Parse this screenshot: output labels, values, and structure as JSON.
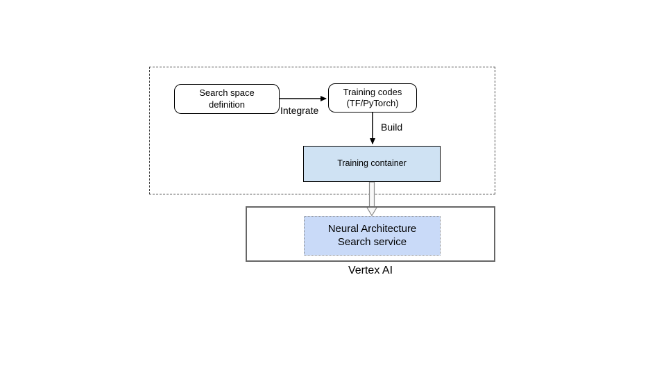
{
  "diagram": {
    "boxes": {
      "search_space": {
        "line1": "Search space",
        "line2": "definition"
      },
      "training_codes": {
        "line1": "Training codes",
        "line2": "(TF/PyTorch)"
      },
      "training_container": {
        "label": "Training container"
      },
      "nas_service": {
        "line1": "Neural Architecture",
        "line2": "Search service"
      }
    },
    "edges": {
      "integrate_label": "Integrate",
      "build_label": "Build"
    },
    "platform_label": "Vertex AI",
    "colors": {
      "training_container_fill": "#cfe2f3",
      "nas_service_fill": "#c9daf8",
      "vertex_border": "#666666",
      "dashed_border": "#444444"
    }
  }
}
